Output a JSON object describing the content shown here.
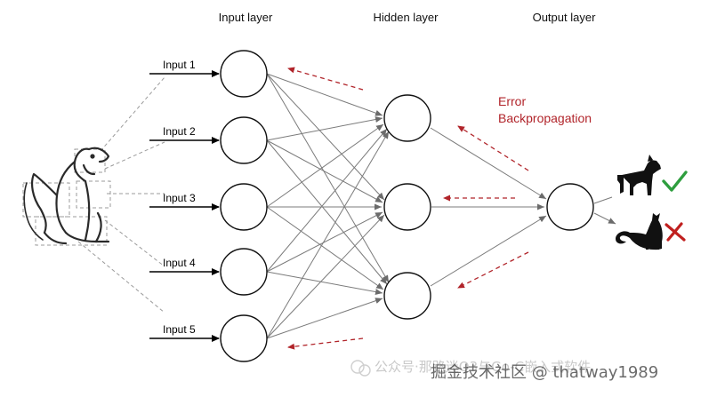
{
  "layers": {
    "input_title": "Input layer",
    "hidden_title": "Hidden layer",
    "output_title": "Output layer"
  },
  "inputs": [
    "Input 1",
    "Input 2",
    "Input 3",
    "Input 4",
    "Input 5"
  ],
  "error_label": {
    "line1": "Error",
    "line2": "Backpropagation"
  },
  "colors": {
    "error_red": "#b1242a",
    "check_green": "#2e9e3e",
    "connection_gray": "#7b7b7b"
  },
  "icons": {
    "input_image": "dog-sitting-sketch-icon",
    "correct_output": "dog-silhouette-icon",
    "correct_mark": "green-check-icon",
    "wrong_output": "cat-silhouette-icon",
    "wrong_mark": "red-x-icon"
  },
  "watermark": {
    "line1": "公众号·那路迷Q3与Go-C嵌入式软件",
    "line2": "掘金技术社区 @ thatway1989"
  }
}
